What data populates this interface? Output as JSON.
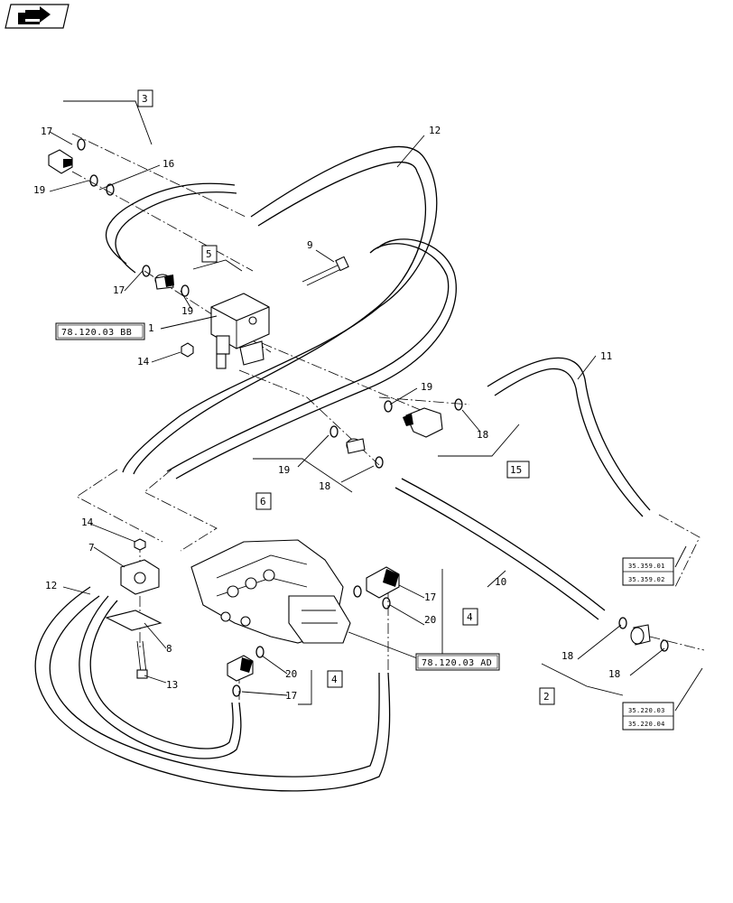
{
  "nav": {
    "icon": "arrow-icon"
  },
  "callouts": {
    "c1": "1",
    "c2": "2",
    "c3": "3",
    "c4a": "4",
    "c4b": "4",
    "c5": "5",
    "c6": "6",
    "c7": "7",
    "c8": "8",
    "c9": "9",
    "c10": "10",
    "c11": "11",
    "c12a": "12",
    "c12b": "12",
    "c13": "13",
    "c14a": "14",
    "c14b": "14",
    "c15": "15",
    "c16": "16",
    "c17a": "17",
    "c17b": "17",
    "c17c": "17",
    "c17d": "17",
    "c18a": "18",
    "c18b": "18",
    "c18c": "18",
    "c18d": "18",
    "c19a": "19",
    "c19b": "19",
    "c19c": "19",
    "c19d": "19",
    "c20a": "20",
    "c20b": "20"
  },
  "references": {
    "ref_bb": "78.120.03 BB",
    "ref_ad": "78.120.03 AD",
    "ref_35359_01": "35.359.01",
    "ref_35359_02": "35.359.02",
    "ref_35220_03": "35.220.03",
    "ref_35220_04": "35.220.04"
  }
}
